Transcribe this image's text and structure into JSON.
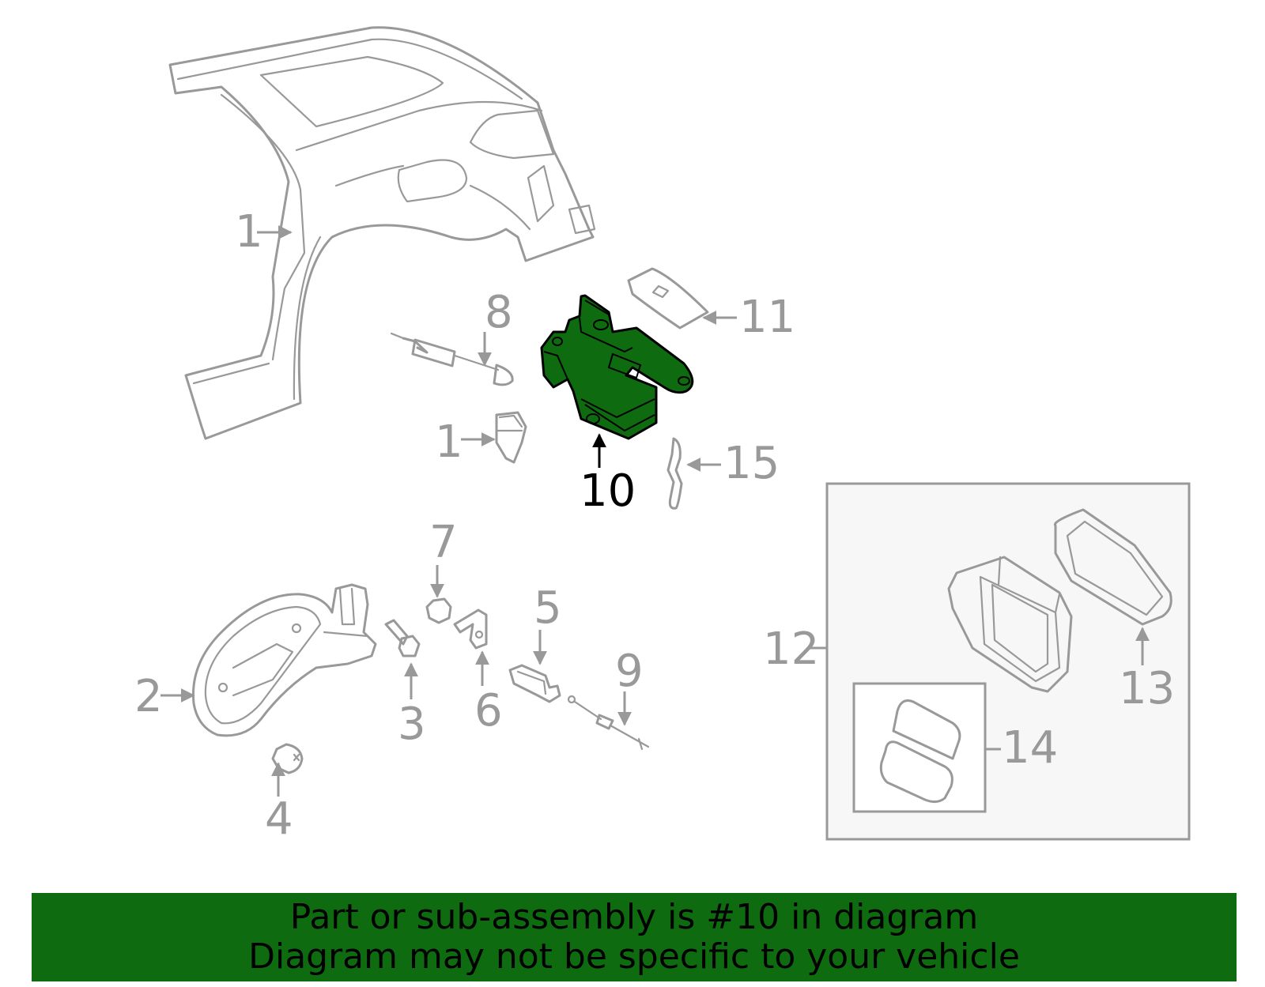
{
  "callouts": {
    "c1a": "1",
    "c1b": "1",
    "c2": "2",
    "c3": "3",
    "c4": "4",
    "c5": "5",
    "c6": "6",
    "c7": "7",
    "c8": "8",
    "c9": "9",
    "c10": "10",
    "c11": "11",
    "c12": "12",
    "c13": "13",
    "c14": "14",
    "c15": "15"
  },
  "highlight_part": "10",
  "colors": {
    "highlight_fill": "#0f6b0f",
    "line_gray": "#999999",
    "banner_bg": "#0f6b0f",
    "inset_bg": "#f7f7f7"
  },
  "banner": {
    "line1": "Part or sub-assembly is #10 in diagram",
    "line2": "Diagram may not be specific to your vehicle"
  }
}
